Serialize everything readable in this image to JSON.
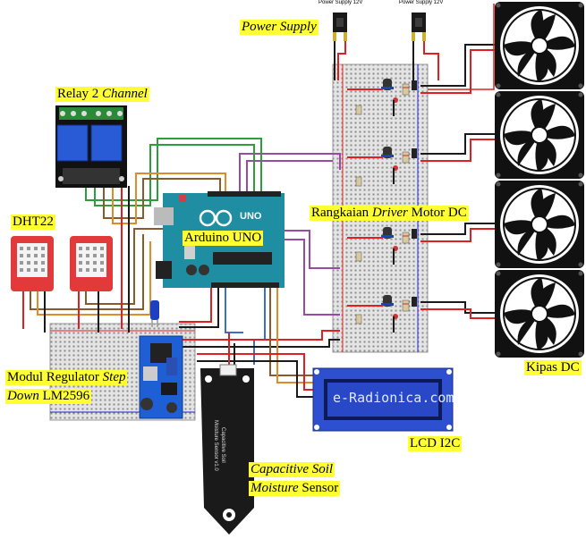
{
  "labels": {
    "power_supply": "Power Supply",
    "relay_prefix": "Relay 2 ",
    "relay_italic": "Channel",
    "dht22": "DHT22",
    "arduino": "Arduino UNO",
    "driver_prefix": "Rangkaian ",
    "driver_italic": "Driver",
    "driver_suffix": " Motor DC",
    "regulator_line1_prefix": "Modul Regulator ",
    "regulator_line1_italic": "Step",
    "regulator_line2_italic": "Down",
    "regulator_line2_suffix": " LM2596",
    "kipas": "Kipas DC",
    "lcd": "LCD I2C",
    "soil_line1": "Capacitive Soil",
    "soil_line2_italic": "Moisture",
    "soil_line2_suffix": " Sensor"
  },
  "small_text": {
    "ps_left": "Power Supply 12V",
    "ps_right": "Power Supply 12V",
    "lcd_display": "e-Radionica.com",
    "uno_mark": "UNO",
    "sensor_print_1": "Capacitive Soil",
    "sensor_print_2": "Moisture Sensor v1.0"
  },
  "colors": {
    "label_bg": "#ffff33",
    "wire_red": "#e02020",
    "wire_black": "#1a1a1a",
    "wire_green": "#2f9e3a",
    "wire_purple": "#9a4aa6",
    "wire_brown": "#8a5a2b",
    "wire_orange": "#e08a2a",
    "wire_blue": "#3a70c8",
    "arduino_teal": "#1f8ea3",
    "lcd_blue": "#2e4fd0",
    "dht_red": "#e23a3a",
    "relay_blue": "#2a5bd6"
  }
}
